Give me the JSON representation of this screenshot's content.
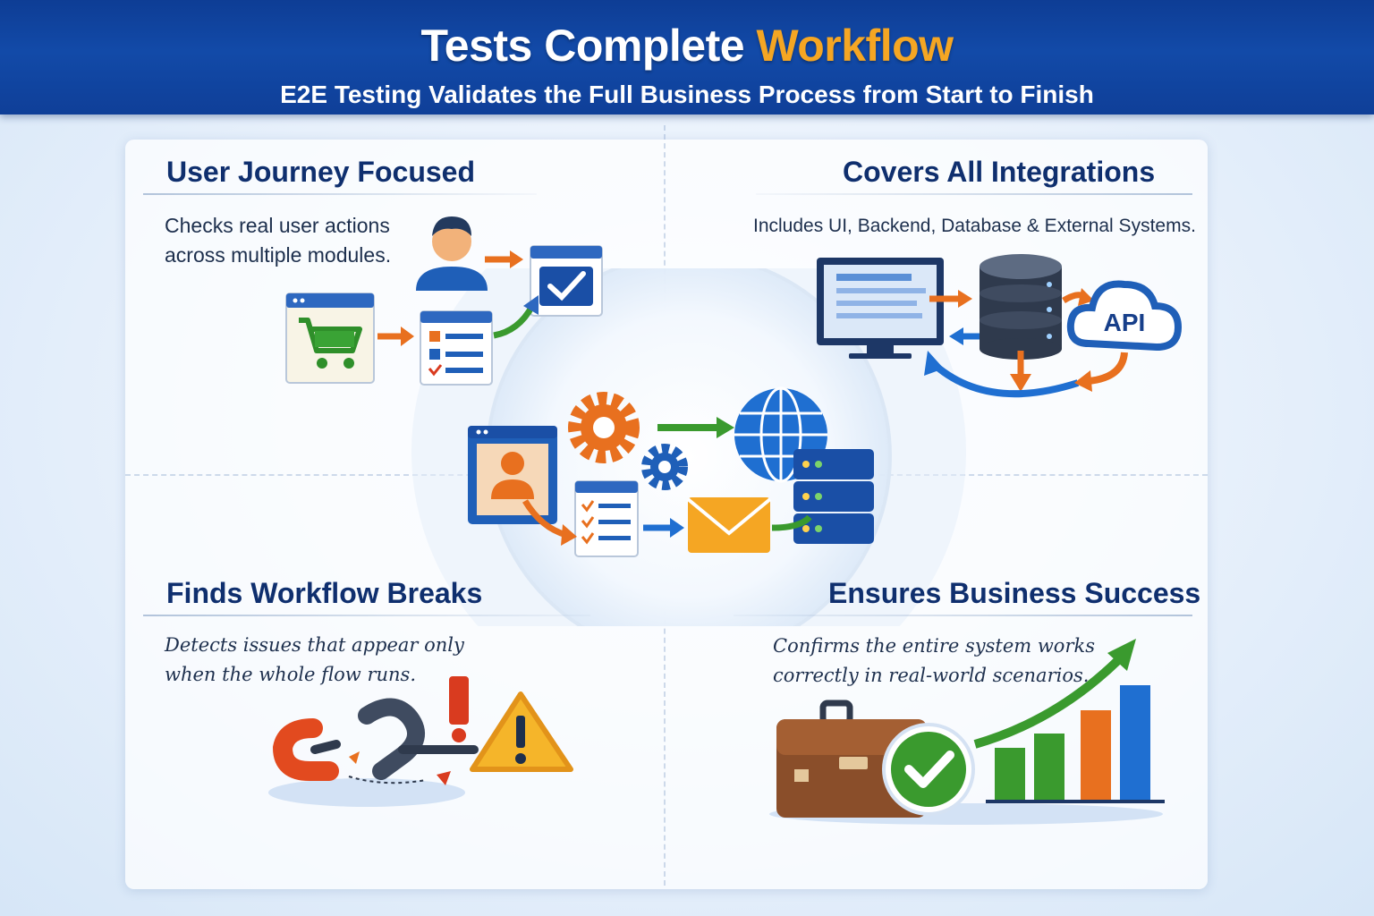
{
  "header": {
    "title_main": "Tests Complete ",
    "title_accent": "Workflow",
    "subtitle_main": "E2E Testing Validates the Full Business Process from ",
    "subtitle_strong": "Start to Finish"
  },
  "quadrants": {
    "top_left": {
      "title": "User Journey Focused",
      "desc_line1": "Checks real user actions",
      "desc_line2": "across multiple modules."
    },
    "top_right": {
      "title": "Covers All Integrations",
      "desc": "Includes UI, Backend, Database & External Systems."
    },
    "bottom_left": {
      "title": "Finds Workflow Breaks",
      "desc_line1": "Detects issues that appear only",
      "desc_line2": "when the whole flow runs."
    },
    "bottom_right": {
      "title": "Ensures Business Success",
      "desc_line1": "Confirms the entire system works",
      "desc_line2": "correctly in real-world scenarios."
    }
  },
  "api_label": "API",
  "colors": {
    "navy": "#0f2f6e",
    "header_blue": "#124aa8",
    "accent_orange": "#f5a623",
    "green": "#3a9a2e",
    "blue": "#1f6fd1",
    "orange": "#e8701f"
  },
  "icons": [
    "user-icon",
    "shopping-cart-icon",
    "checklist-icon",
    "checkbox-window-icon",
    "monitor-icon",
    "database-icon",
    "cloud-icon",
    "gear-icon",
    "globe-icon",
    "server-icon",
    "envelope-icon",
    "profile-window-icon",
    "broken-chain-icon",
    "warning-icon",
    "exclamation-icon",
    "briefcase-icon",
    "check-badge-icon",
    "growth-chart-icon"
  ]
}
